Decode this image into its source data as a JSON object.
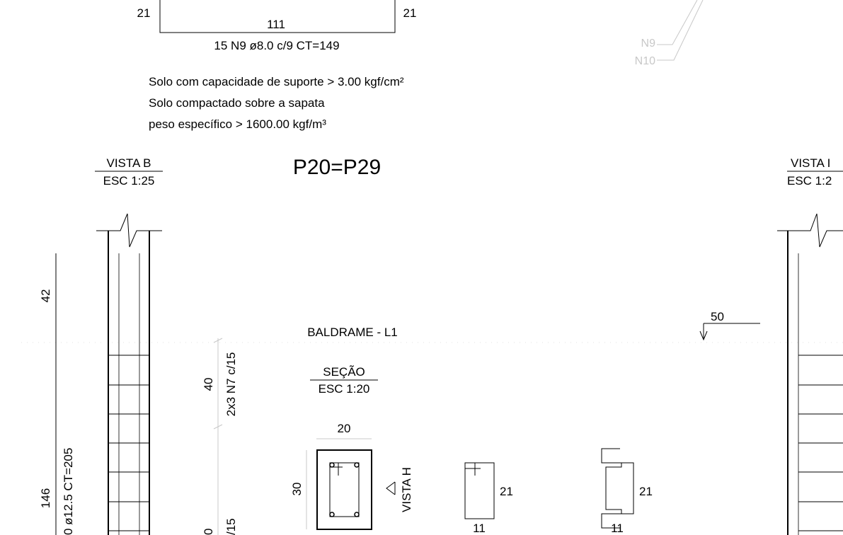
{
  "top_beam": {
    "dim_left": "21",
    "dim_right": "21",
    "dim_width": "111",
    "rebar_label": "15 N9 ø8.0 c/9 CT=149"
  },
  "notes": [
    "Solo com capacidade de suporte > 3.00 kgf/cm²",
    "Solo compactado sobre a sapata",
    "peso específico > 1600.00 kgf/m³"
  ],
  "faded_labels": {
    "n9": "N9",
    "n10": "N10"
  },
  "vista_b": {
    "title": "VISTA B",
    "scale": "ESC 1:25"
  },
  "vista_right": {
    "title": "VISTA I",
    "scale": "ESC 1:2"
  },
  "pillar_title": "P20=P29",
  "left_dims": {
    "dim_42": "42",
    "dim_146": "146",
    "rebar_vertical": "0 ø12.5 CT=205"
  },
  "stirrup_dims": {
    "dim_40": "40",
    "stirrup_label": "2x3 N7 c/15",
    "partial_label": "/15",
    "partial_digit": "0"
  },
  "beam_label": "BALDRAME - L1",
  "secao": {
    "title": "SEÇÃO",
    "scale": "ESC 1:20",
    "width": "20",
    "height": "30",
    "view_marker": "VISTA H"
  },
  "stirrup_shapes": {
    "shape1_height": "21",
    "shape1_width": "11",
    "shape2_height": "21",
    "shape2_width": "11"
  },
  "level_marker": "50"
}
